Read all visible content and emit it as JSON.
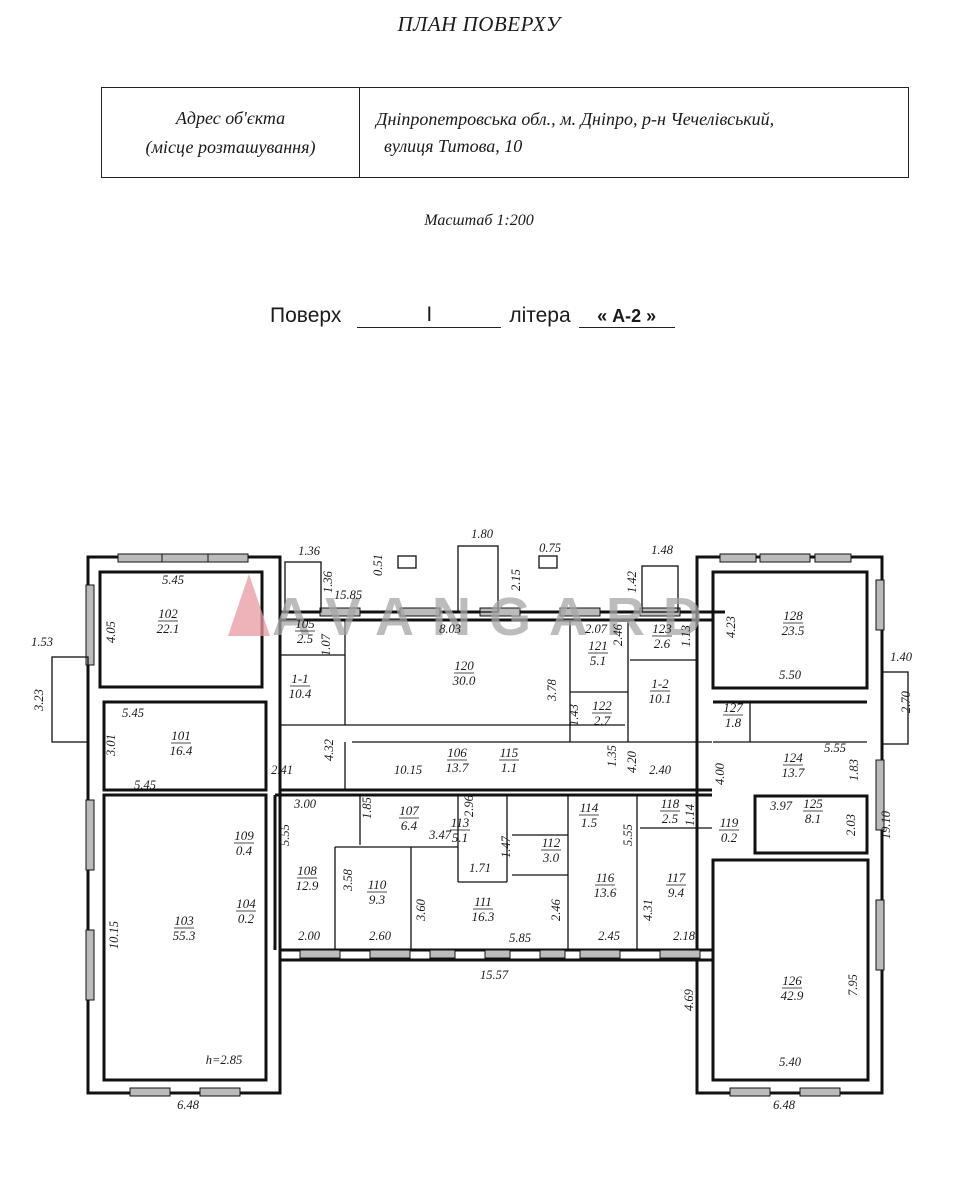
{
  "header": {
    "title": "ПЛАН ПОВЕРХУ",
    "address_label_1": "Адрес об'єкта",
    "address_label_2": "(місце розташування)",
    "address_value_1": "Дніпропетровська обл., м. Дніпро, р-н Чечелівський,",
    "address_value_2": "вулиця Титова, 10",
    "scale": "Масштаб 1:200",
    "floor_label": "Поверх",
    "floor_value": "I",
    "letter_label": "літера",
    "letter_value": "« А-2 »"
  },
  "watermark": {
    "text": "AVANGARD",
    "logo_color": "#e0313a",
    "text_color": "#9a9a9a"
  },
  "plan": {
    "rooms": [
      {
        "id": "102",
        "area": "22.1"
      },
      {
        "id": "101",
        "area": "16.4"
      },
      {
        "id": "103",
        "area": "55.3"
      },
      {
        "id": "109",
        "area": "0.4"
      },
      {
        "id": "104",
        "area": "0.2"
      },
      {
        "id": "105",
        "area": "2.5"
      },
      {
        "id": "1-1",
        "area": "10.4"
      },
      {
        "id": "120",
        "area": "30.0"
      },
      {
        "id": "121",
        "area": "5.1"
      },
      {
        "id": "122",
        "area": "2.7"
      },
      {
        "id": "123",
        "area": "2.6"
      },
      {
        "id": "1-2",
        "area": "10.1"
      },
      {
        "id": "128",
        "area": "23.5"
      },
      {
        "id": "127",
        "area": "1.8"
      },
      {
        "id": "124",
        "area": "13.7"
      },
      {
        "id": "125",
        "area": "8.1"
      },
      {
        "id": "106",
        "area": "13.7"
      },
      {
        "id": "115",
        "area": "1.1"
      },
      {
        "id": "107",
        "area": "6.4"
      },
      {
        "id": "113",
        "area": "5.1"
      },
      {
        "id": "112",
        "area": "3.0"
      },
      {
        "id": "114",
        "area": "1.5"
      },
      {
        "id": "118",
        "area": "2.5"
      },
      {
        "id": "119",
        "area": "0.2"
      },
      {
        "id": "108",
        "area": "12.9"
      },
      {
        "id": "110",
        "area": "9.3"
      },
      {
        "id": "111",
        "area": "16.3"
      },
      {
        "id": "116",
        "area": "13.6"
      },
      {
        "id": "117",
        "area": "9.4"
      },
      {
        "id": "126",
        "area": "42.9"
      }
    ],
    "dimensions": [
      "1.36",
      "0.51",
      "1.80",
      "0.75",
      "1.48",
      "15.85",
      "1.36",
      "2.15",
      "1.42",
      "5.45",
      "4.05",
      "1.53",
      "3.23",
      "8.03",
      "1.07",
      "2.07",
      "2.46",
      "1.13",
      "4.23",
      "3.78",
      "1.43",
      "5.50",
      "1.40",
      "2.70",
      "5.45",
      "3.01",
      "4.32",
      "2.41",
      "10.15",
      "1.35",
      "4.20",
      "2.40",
      "5.55",
      "1.83",
      "4.00",
      "5.45",
      "3.00",
      "1.85",
      "2.96",
      "3.47",
      "5.55",
      "3.97",
      "2.03",
      "19.10",
      "1.14",
      "5.55",
      "1.71",
      "1.47",
      "3.58",
      "3.60",
      "2.46",
      "4.31",
      "10.15",
      "7.95",
      "2.00",
      "2.60",
      "5.85",
      "2.45",
      "2.18",
      "15.57",
      "4.69",
      "h=2.85",
      "5.40",
      "6.48",
      "6.48"
    ]
  }
}
